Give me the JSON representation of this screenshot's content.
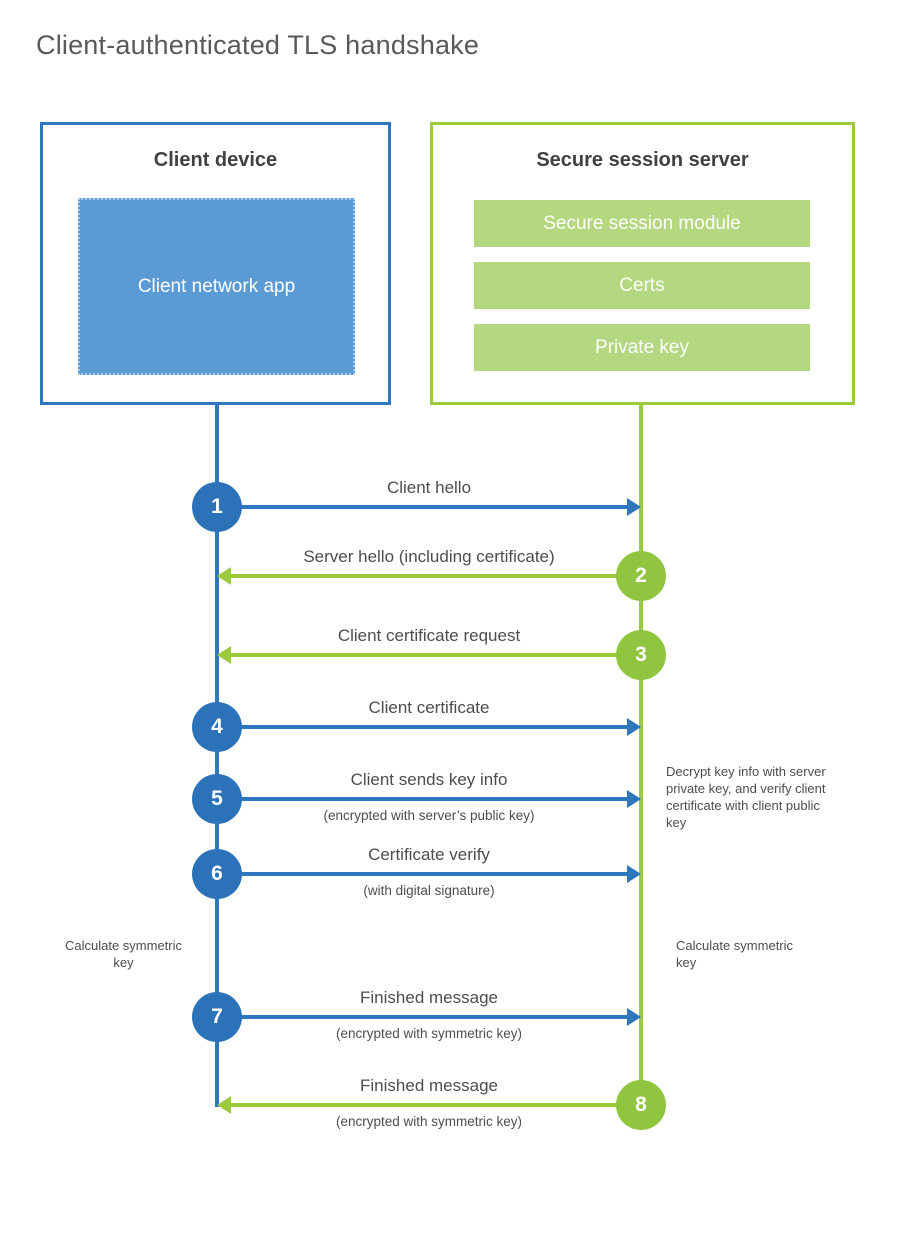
{
  "title": "Client-authenticated TLS handshake",
  "client_box": {
    "title": "Client device",
    "app_label": "Client network app"
  },
  "server_box": {
    "title": "Secure session server",
    "modules": [
      "Secure session module",
      "Certs",
      "Private key"
    ]
  },
  "steps": [
    {
      "num": "1",
      "label": "Client hello",
      "sub": "",
      "direction": "right",
      "actor": "client"
    },
    {
      "num": "2",
      "label": "Server hello (including certificate)",
      "sub": "",
      "direction": "left",
      "actor": "server"
    },
    {
      "num": "3",
      "label": "Client certificate request",
      "sub": "",
      "direction": "left",
      "actor": "server"
    },
    {
      "num": "4",
      "label": "Client certificate",
      "sub": "",
      "direction": "right",
      "actor": "client"
    },
    {
      "num": "5",
      "label": "Client sends key info",
      "sub": "(encrypted with server’s public key)",
      "direction": "right",
      "actor": "client"
    },
    {
      "num": "6",
      "label": "Certificate verify",
      "sub": "(with digital signature)",
      "direction": "right",
      "actor": "client"
    },
    {
      "num": "7",
      "label": "Finished message",
      "sub": "(encrypted with symmetric key)",
      "direction": "right",
      "actor": "client"
    },
    {
      "num": "8",
      "label": "Finished message",
      "sub": "(encrypted with symmetric key)",
      "direction": "left",
      "actor": "server"
    }
  ],
  "notes": {
    "decrypt": "Decrypt key info with server private key, and verify client certificate with client public key",
    "calc_left": "Calculate symmetric key",
    "calc_right": "Calculate symmetric key"
  },
  "colors": {
    "blue": "#2e76bd",
    "blue_circle": "#2c72b9",
    "blue_fill": "#5b9bd5",
    "green": "#9bca3d",
    "green_circle": "#90c63f",
    "green_fill": "#b3d87f",
    "text": "#4d4d4d",
    "heading_text": "#414143",
    "title_text": "#58595b"
  }
}
